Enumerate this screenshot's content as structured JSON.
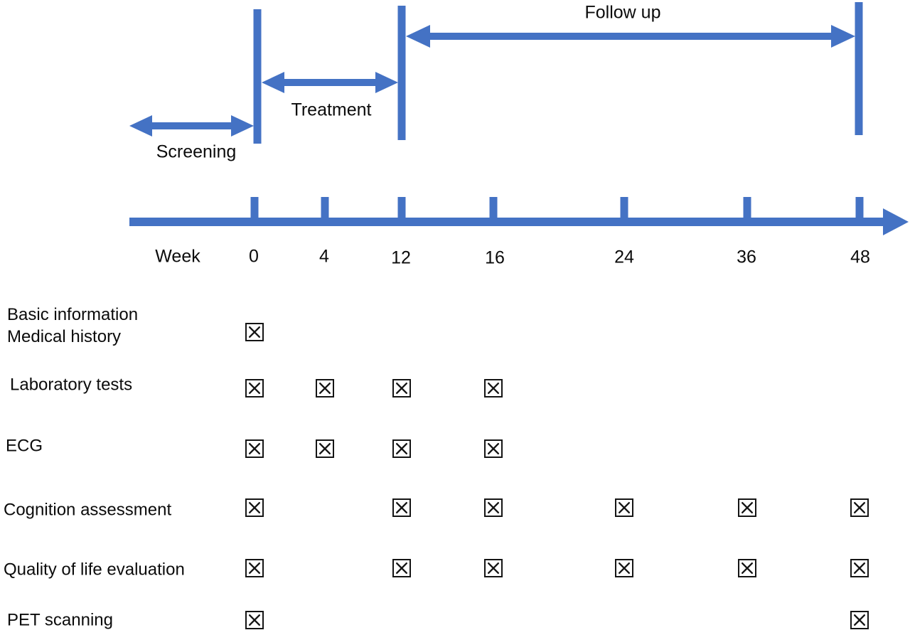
{
  "colors": {
    "accent": "#4472C4",
    "ink": "#111111"
  },
  "timeline": {
    "axis_label": "Week",
    "weeks": [
      "0",
      "4",
      "12",
      "16",
      "24",
      "36",
      "48"
    ],
    "phases": [
      {
        "label": "Screening",
        "from_week": null,
        "to_week": 0
      },
      {
        "label": "Treatment",
        "from_week": 0,
        "to_week": 12
      },
      {
        "label": "Follow up",
        "from_week": 12,
        "to_week": 48
      }
    ]
  },
  "schedule": {
    "checked_symbol": "boxed-x",
    "rows": [
      {
        "label": "Basic information",
        "label2": "Medical history",
        "checked_weeks": [
          0
        ]
      },
      {
        "label": "Laboratory tests",
        "checked_weeks": [
          0,
          4,
          12,
          16
        ]
      },
      {
        "label": "ECG",
        "checked_weeks": [
          0,
          4,
          12,
          16
        ]
      },
      {
        "label": "Cognition assessment",
        "checked_weeks": [
          0,
          12,
          16,
          24,
          36,
          48
        ]
      },
      {
        "label": "Quality of life evaluation",
        "checked_weeks": [
          0,
          12,
          16,
          24,
          36,
          48
        ]
      },
      {
        "label": "PET scanning",
        "checked_weeks": [
          0,
          48
        ]
      }
    ]
  }
}
